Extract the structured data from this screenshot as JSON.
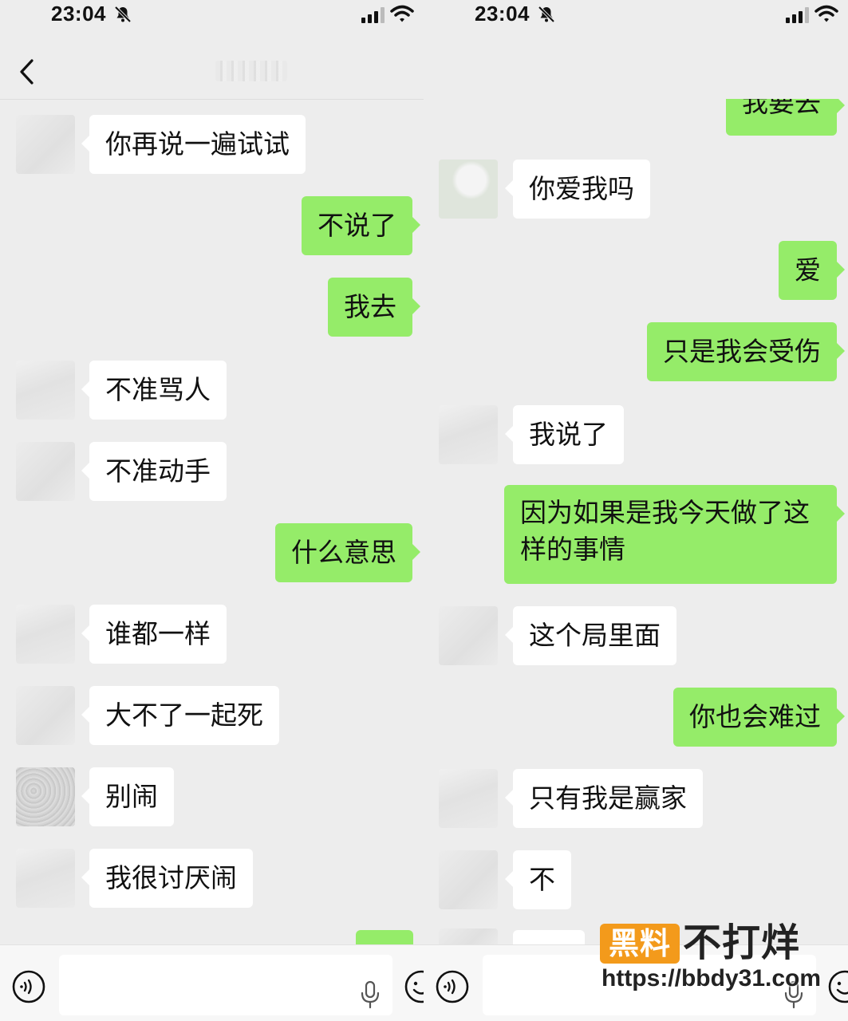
{
  "status_bar": {
    "time": "23:04"
  },
  "colors": {
    "background": "#ededed",
    "incoming_bubble": "#ffffff",
    "outgoing_bubble": "#95ec69",
    "watermark_orange": "#f39a1b"
  },
  "icons": {
    "mute": "bell-slash-icon",
    "signal": "cellular-signal-icon",
    "wifi": "wifi-icon",
    "back": "chevron-left-icon",
    "voice": "voice-input-icon",
    "mic": "microphone-icon",
    "emoji": "emoji-icon"
  },
  "left_chat": {
    "messages": [
      {
        "dir": "in",
        "text": "你再说一遍试试"
      },
      {
        "dir": "out",
        "text": "不说了"
      },
      {
        "dir": "out",
        "text": "我去"
      },
      {
        "dir": "in",
        "text": "不准骂人"
      },
      {
        "dir": "in",
        "text": "不准动手"
      },
      {
        "dir": "out",
        "text": "什么意思"
      },
      {
        "dir": "in",
        "text": "谁都一样"
      },
      {
        "dir": "in",
        "text": "大不了一起死"
      },
      {
        "dir": "in",
        "text": "别闹"
      },
      {
        "dir": "in",
        "text": "我很讨厌闹"
      }
    ]
  },
  "right_chat": {
    "messages": [
      {
        "dir": "out",
        "text": "我要去"
      },
      {
        "dir": "in",
        "text": "你爱我吗"
      },
      {
        "dir": "out",
        "text": "爱"
      },
      {
        "dir": "out",
        "text": "只是我会受伤"
      },
      {
        "dir": "in",
        "text": "我说了"
      },
      {
        "dir": "out",
        "text": "因为如果是我今天做了这样的事情"
      },
      {
        "dir": "in",
        "text": "这个局里面"
      },
      {
        "dir": "out",
        "text": "你也会难过"
      },
      {
        "dir": "in",
        "text": "只有我是赢家"
      },
      {
        "dir": "in",
        "text": "不"
      }
    ]
  },
  "watermark": {
    "badge": "黑料",
    "title": "不打烊",
    "url": "https://bbdy31.com"
  }
}
